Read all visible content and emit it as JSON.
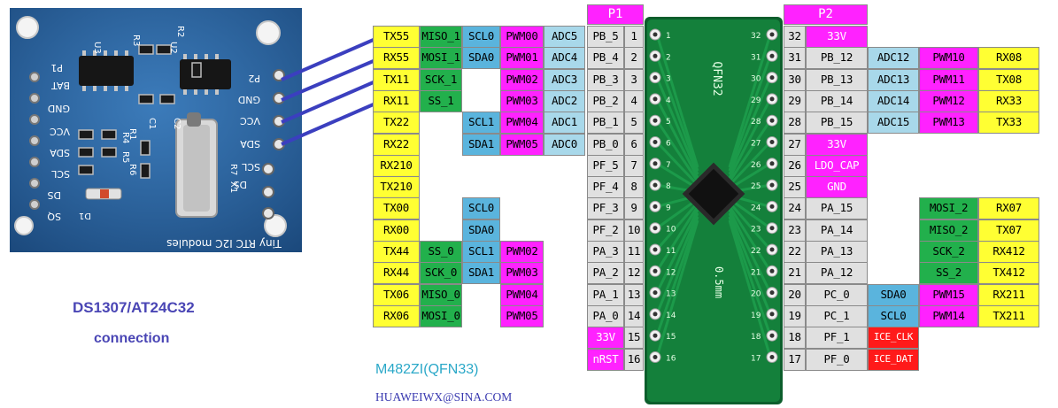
{
  "colors": {
    "yellow": "#ffff33",
    "green": "#22b04c",
    "blue": "#5ab4dd",
    "magenta": "#ff22ff",
    "lightblue": "#a8d8ea",
    "gray": "#e0e0e0",
    "red": "#ff1a1a",
    "wire": "#3b3fbf"
  },
  "module": {
    "silkscreen": "Tiny RTC I2C modules",
    "pins_right": [
      "P2",
      "GND",
      "VCC",
      "SDA",
      "SCL",
      "DS"
    ],
    "pins_left": [
      "P1",
      "BAT",
      "GND",
      "VCC",
      "SDA",
      "SCL",
      "DS",
      "SQ"
    ],
    "components": [
      "U3",
      "U2",
      "R3",
      "R2",
      "C1",
      "C2",
      "R1",
      "R6",
      "R5",
      "R4",
      "R7",
      "X1",
      "D1"
    ]
  },
  "captions": {
    "title": "DS1307/AT24C32",
    "subtitle": "connection",
    "chip": "M482ZI(QFN33)",
    "email": "HUAWEIWX@SINA.COM"
  },
  "board": {
    "chip_label": "QFN32",
    "pitch_label": "0.5mm",
    "edge_numbers_left": [
      "1",
      "2",
      "3",
      "4",
      "5",
      "6",
      "7",
      "8",
      "9",
      "10",
      "11",
      "12",
      "13",
      "14",
      "15",
      "16"
    ],
    "edge_numbers_right": [
      "32",
      "31",
      "30",
      "29",
      "28",
      "27",
      "26",
      "25",
      "24",
      "23",
      "22",
      "21",
      "20",
      "19",
      "18",
      "17"
    ]
  },
  "headers": {
    "p1": "P1",
    "p2": "P2"
  },
  "left_rows": [
    {
      "cells": [
        [
          "TX55",
          "yellow"
        ],
        [
          "MISO_1",
          "green"
        ],
        [
          "SCL0",
          "blue"
        ],
        [
          "PWM00",
          "magenta"
        ],
        [
          "ADC5",
          "lightblue"
        ],
        [
          "PB_5",
          "gray"
        ],
        [
          "1",
          "gray"
        ]
      ]
    },
    {
      "cells": [
        [
          "RX55",
          "yellow"
        ],
        [
          "MOSI_1",
          "green"
        ],
        [
          "SDA0",
          "blue"
        ],
        [
          "PWM01",
          "magenta"
        ],
        [
          "ADC4",
          "lightblue"
        ],
        [
          "PB_4",
          "gray"
        ],
        [
          "2",
          "gray"
        ]
      ]
    },
    {
      "cells": [
        [
          "TX11",
          "yellow"
        ],
        [
          "SCK_1",
          "green"
        ],
        null,
        [
          "PWM02",
          "magenta"
        ],
        [
          "ADC3",
          "lightblue"
        ],
        [
          "PB_3",
          "gray"
        ],
        [
          "3",
          "gray"
        ]
      ]
    },
    {
      "cells": [
        [
          "RX11",
          "yellow"
        ],
        [
          "SS_1",
          "green"
        ],
        null,
        [
          "PWM03",
          "magenta"
        ],
        [
          "ADC2",
          "lightblue"
        ],
        [
          "PB_2",
          "gray"
        ],
        [
          "4",
          "gray"
        ]
      ]
    },
    {
      "cells": [
        [
          "TX22",
          "yellow"
        ],
        null,
        [
          "SCL1",
          "blue"
        ],
        [
          "PWM04",
          "magenta"
        ],
        [
          "ADC1",
          "lightblue"
        ],
        [
          "PB_1",
          "gray"
        ],
        [
          "5",
          "gray"
        ]
      ]
    },
    {
      "cells": [
        [
          "RX22",
          "yellow"
        ],
        null,
        [
          "SDA1",
          "blue"
        ],
        [
          "PWM05",
          "magenta"
        ],
        [
          "ADC0",
          "lightblue"
        ],
        [
          "PB_0",
          "gray"
        ],
        [
          "6",
          "gray"
        ]
      ]
    },
    {
      "cells": [
        [
          "RX210",
          "yellow"
        ],
        null,
        null,
        null,
        null,
        [
          "PF_5",
          "gray"
        ],
        [
          "7",
          "gray"
        ]
      ]
    },
    {
      "cells": [
        [
          "TX210",
          "yellow"
        ],
        null,
        null,
        null,
        null,
        [
          "PF_4",
          "gray"
        ],
        [
          "8",
          "gray"
        ]
      ]
    },
    {
      "cells": [
        [
          "TX00",
          "yellow"
        ],
        null,
        [
          "SCL0",
          "blue"
        ],
        null,
        null,
        [
          "PF_3",
          "gray"
        ],
        [
          "9",
          "gray"
        ]
      ]
    },
    {
      "cells": [
        [
          "RX00",
          "yellow"
        ],
        null,
        [
          "SDA0",
          "blue"
        ],
        null,
        null,
        [
          "PF_2",
          "gray"
        ],
        [
          "10",
          "gray"
        ]
      ]
    },
    {
      "cells": [
        [
          "TX44",
          "yellow"
        ],
        [
          "SS_0",
          "green"
        ],
        [
          "SCL1",
          "blue"
        ],
        [
          "PWM02",
          "magenta"
        ],
        null,
        [
          "PA_3",
          "gray"
        ],
        [
          "11",
          "gray"
        ]
      ]
    },
    {
      "cells": [
        [
          "RX44",
          "yellow"
        ],
        [
          "SCK_0",
          "green"
        ],
        [
          "SDA1",
          "blue"
        ],
        [
          "PWM03",
          "magenta"
        ],
        null,
        [
          "PA_2",
          "gray"
        ],
        [
          "12",
          "gray"
        ]
      ]
    },
    {
      "cells": [
        [
          "TX06",
          "yellow"
        ],
        [
          "MISO_0",
          "green"
        ],
        null,
        [
          "PWM04",
          "magenta"
        ],
        null,
        [
          "PA_1",
          "gray"
        ],
        [
          "13",
          "gray"
        ]
      ]
    },
    {
      "cells": [
        [
          "RX06",
          "yellow"
        ],
        [
          "MOSI_0",
          "green"
        ],
        null,
        [
          "PWM05",
          "magenta"
        ],
        null,
        [
          "PA_0",
          "gray"
        ],
        [
          "14",
          "gray"
        ]
      ]
    },
    {
      "cells": [
        null,
        null,
        null,
        null,
        null,
        [
          "33V",
          "magenta"
        ],
        [
          "15",
          "gray"
        ]
      ]
    },
    {
      "cells": [
        null,
        null,
        null,
        null,
        null,
        [
          "nRST",
          "magenta"
        ],
        [
          "16",
          "gray"
        ]
      ]
    }
  ],
  "right_rows": [
    {
      "cells": [
        [
          "32",
          "gray"
        ],
        [
          "33V",
          "magenta"
        ],
        null,
        null,
        null
      ]
    },
    {
      "cells": [
        [
          "31",
          "gray"
        ],
        [
          "PB_12",
          "gray"
        ],
        [
          "ADC12",
          "lightblue"
        ],
        [
          "PWM10",
          "magenta"
        ],
        [
          "RX08",
          "yellow"
        ]
      ]
    },
    {
      "cells": [
        [
          "30",
          "gray"
        ],
        [
          "PB_13",
          "gray"
        ],
        [
          "ADC13",
          "lightblue"
        ],
        [
          "PWM11",
          "magenta"
        ],
        [
          "TX08",
          "yellow"
        ]
      ]
    },
    {
      "cells": [
        [
          "29",
          "gray"
        ],
        [
          "PB_14",
          "gray"
        ],
        [
          "ADC14",
          "lightblue"
        ],
        [
          "PWM12",
          "magenta"
        ],
        [
          "RX33",
          "yellow"
        ]
      ]
    },
    {
      "cells": [
        [
          "28",
          "gray"
        ],
        [
          "PB_15",
          "gray"
        ],
        [
          "ADC15",
          "lightblue"
        ],
        [
          "PWM13",
          "magenta"
        ],
        [
          "TX33",
          "yellow"
        ]
      ]
    },
    {
      "cells": [
        [
          "27",
          "gray"
        ],
        [
          "33V",
          "magenta"
        ],
        null,
        null,
        null
      ]
    },
    {
      "cells": [
        [
          "26",
          "gray"
        ],
        [
          "LDO_CAP",
          "magenta"
        ],
        null,
        null,
        null
      ]
    },
    {
      "cells": [
        [
          "25",
          "gray"
        ],
        [
          "GND",
          "magenta"
        ],
        null,
        null,
        null
      ]
    },
    {
      "cells": [
        [
          "24",
          "gray"
        ],
        [
          "PA_15",
          "gray"
        ],
        null,
        [
          "MOSI_2",
          "green"
        ],
        [
          "RX07",
          "yellow"
        ]
      ]
    },
    {
      "cells": [
        [
          "23",
          "gray"
        ],
        [
          "PA_14",
          "gray"
        ],
        null,
        [
          "MISO_2",
          "green"
        ],
        [
          "TX07",
          "yellow"
        ]
      ]
    },
    {
      "cells": [
        [
          "22",
          "gray"
        ],
        [
          "PA_13",
          "gray"
        ],
        null,
        [
          "SCK_2",
          "green"
        ],
        [
          "RX412",
          "yellow"
        ]
      ]
    },
    {
      "cells": [
        [
          "21",
          "gray"
        ],
        [
          "PA_12",
          "gray"
        ],
        null,
        [
          "SS_2",
          "green"
        ],
        [
          "TX412",
          "yellow"
        ]
      ]
    },
    {
      "cells": [
        [
          "20",
          "gray"
        ],
        [
          "PC_0",
          "gray"
        ],
        [
          "SDA0",
          "blue"
        ],
        [
          "PWM15",
          "magenta"
        ],
        [
          "RX211",
          "yellow"
        ]
      ]
    },
    {
      "cells": [
        [
          "19",
          "gray"
        ],
        [
          "PC_1",
          "gray"
        ],
        [
          "SCL0",
          "blue"
        ],
        [
          "PWM14",
          "magenta"
        ],
        [
          "TX211",
          "yellow"
        ]
      ]
    },
    {
      "cells": [
        [
          "18",
          "gray"
        ],
        [
          "PF_1",
          "gray"
        ],
        [
          "ICE_CLK",
          "red"
        ],
        null,
        null
      ]
    },
    {
      "cells": [
        [
          "17",
          "gray"
        ],
        [
          "PF_0",
          "gray"
        ],
        [
          "ICE_DAT",
          "red"
        ],
        null,
        null
      ]
    }
  ]
}
